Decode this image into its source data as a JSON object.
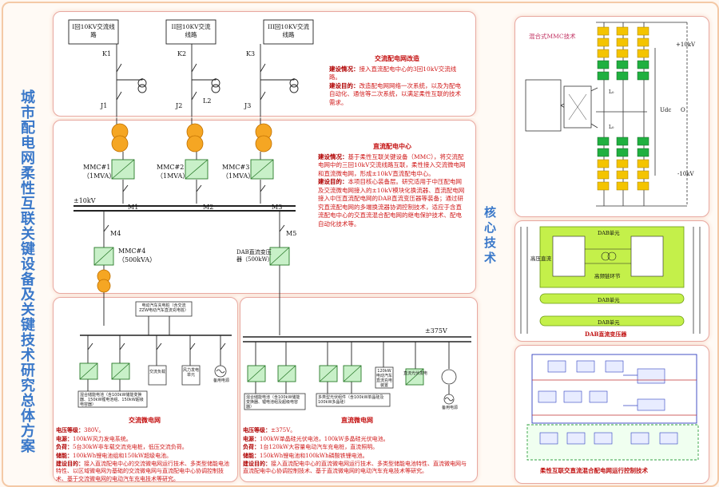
{
  "vertical_title": "城市配电网柔性互联关键设备及关键技术研究总体方案",
  "core_tech_label": "核心技术",
  "lines": {
    "line1": "I回10KV交流线路",
    "line2": "II回10KV交流线路",
    "line3": "III回10KV交流线路",
    "k1": "K1",
    "k2": "K2",
    "k3": "K3",
    "j1": "J1",
    "j2": "J2",
    "j3": "J3",
    "l2": "L2"
  },
  "ac_reform": {
    "title": "交流配电网改造",
    "items": [
      {
        "label": "建设情况：",
        "text": "接入直流配电中心的3回10kV交流线路。"
      },
      {
        "label": "建设目的：",
        "text": "改造配电网网络一次系统，以及为配电自动化、通信等二次系统，以满足柔性互联的技术需求。"
      }
    ]
  },
  "mmc": {
    "mmc1": "MMC#1",
    "mmc1_cap": "（1MVA）",
    "mmc2": "MMC#2",
    "mmc2_cap": "（1MVA）",
    "mmc3": "MMC#3",
    "mmc3_cap": "（1MVA）",
    "mmc4": "MMC#4",
    "mmc4_cap": "（500kVA）",
    "bus": "±10kV",
    "m1": "M1",
    "m2": "M2",
    "m3": "M3",
    "m4": "M4",
    "m5": "M5",
    "dab": "DAB直流变压器（500kW）"
  },
  "dc_center": {
    "title": "直流配电中心",
    "items": [
      {
        "label": "建设情况：",
        "text": "基于柔性互联关键设备（MMC），将交流配电网中的三回10kV交流线路互联，柔性接入交流微电网和直流微电网，形成±10kV直流配电中心。"
      },
      {
        "label": "建设目的：",
        "text": "本项目核心装备层。研究适用于中压配电网及交流微电网接入的±10kV模块化换流器、直流配电网接入中压直流配电网的DAB直流变压器等装备；通过研究直流配电网的多端换流器协调控制技术，适应于含直流配电中心的交直流混合配电网的继电保护技术、配电自动化技术等。"
      }
    ]
  },
  "ac_micro": {
    "header_box": "电动汽车充电桩（含交流ZZW电动汽车直流充电桩）",
    "loads": [
      "交流负载",
      "风力发电单元",
      "备用电源"
    ],
    "storage": "混合储能电池（含100kW储能变换器、150kW锂电池组、150kW超级电容器）",
    "title": "交流微电网",
    "items": [
      {
        "label": "电压等级：",
        "text": "380V。"
      },
      {
        "label": "电源：",
        "text": "100kW风力发电系统。"
      },
      {
        "label": "负荷：",
        "text": "5台30kW非车载交流充电桩，低压交流负荷。"
      },
      {
        "label": "储能：",
        "text": "100kWh锂电池组和150kW超级电池。"
      },
      {
        "label": "建设目的：",
        "text": "接入直流配电中心的交流微电网运行技术、多类型储能电池特性、以区域微电网为基础的交流微电网与直流配电中心协调控制技术、基于交流微电网的电动汽车充电技术等研究。"
      }
    ]
  },
  "dc_micro": {
    "bus": "±375V",
    "ev_box": "120kW电动汽车直流充电装置",
    "pv": "直流光伏发电",
    "storage": "混合储能电池（含100kW储能变换器、锂电池组及超级电容器）",
    "multi": "多类型光伏组件（含100kW单晶硅及100kW多晶硅）",
    "backup": "备用电源",
    "title": "直流微电网",
    "items": [
      {
        "label": "电压等级：",
        "text": "±375V。"
      },
      {
        "label": "电源：",
        "text": "100kW单晶硅光伏电池，100kW多晶硅光伏电池。"
      },
      {
        "label": "负荷：",
        "text": "1台120kW大容量电动汽车充电桩，直流照明。"
      },
      {
        "label": "储能：",
        "text": "150kWh锂电池和100kWh磷酸铁锂电池。"
      },
      {
        "label": "建设目的：",
        "text": "接入直流配电中心的直流微电网运行技术、多类型储能电池特性、直流微电网与直流配电中心协调控制技术、基于直流微电网的电动汽车充电技术等研究。"
      }
    ]
  },
  "right": {
    "mmc_title": "混合式MMC技术",
    "plus10": "+10kV",
    "minus10": "-10kV",
    "udc": "Udc",
    "o": "O",
    "lo": "L₀",
    "dab_unit": "DAB单元",
    "hv_dc": "高压直流",
    "hf_link": "高频链环节",
    "dab_title": "DAB直流变压器",
    "ctrl_title": "柔性互联交直流混合配电网运行控制技术"
  }
}
